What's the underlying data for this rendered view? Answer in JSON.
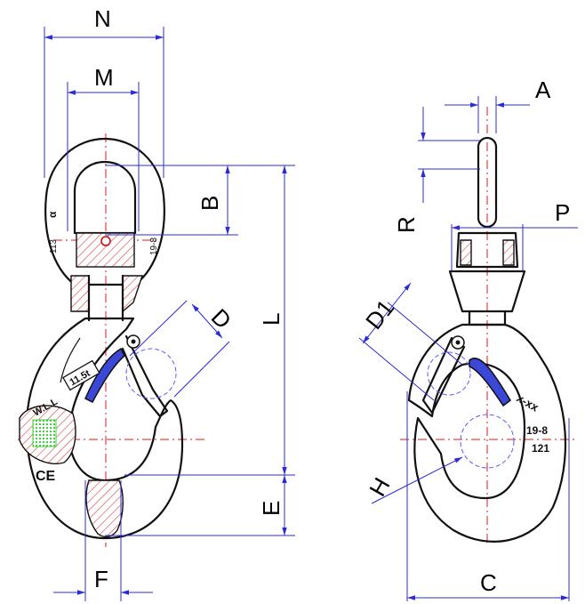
{
  "dimensions": {
    "N": "N",
    "M": "M",
    "B": "B",
    "L": "L",
    "D": "D",
    "E": "E",
    "F": "F",
    "A": "A",
    "R": "R",
    "P": "P",
    "D1": "D1",
    "H": "H",
    "C": "C"
  },
  "markings": {
    "left_113": "113",
    "left_grade_mark": "α",
    "left_19_8": "19-8",
    "wll_prefix": "W.L.L",
    "wll_value": "11.5t",
    "ce": "CE",
    "right_19_8": "19-8",
    "right_121": "121",
    "right_grade_mark": "x-xx"
  },
  "colors": {
    "outline": "#111111",
    "dimension_lines": "#2b2bd9",
    "center_lines": "#e01818",
    "latch": "#3b47d6",
    "label_green": "#3fcf3f"
  }
}
